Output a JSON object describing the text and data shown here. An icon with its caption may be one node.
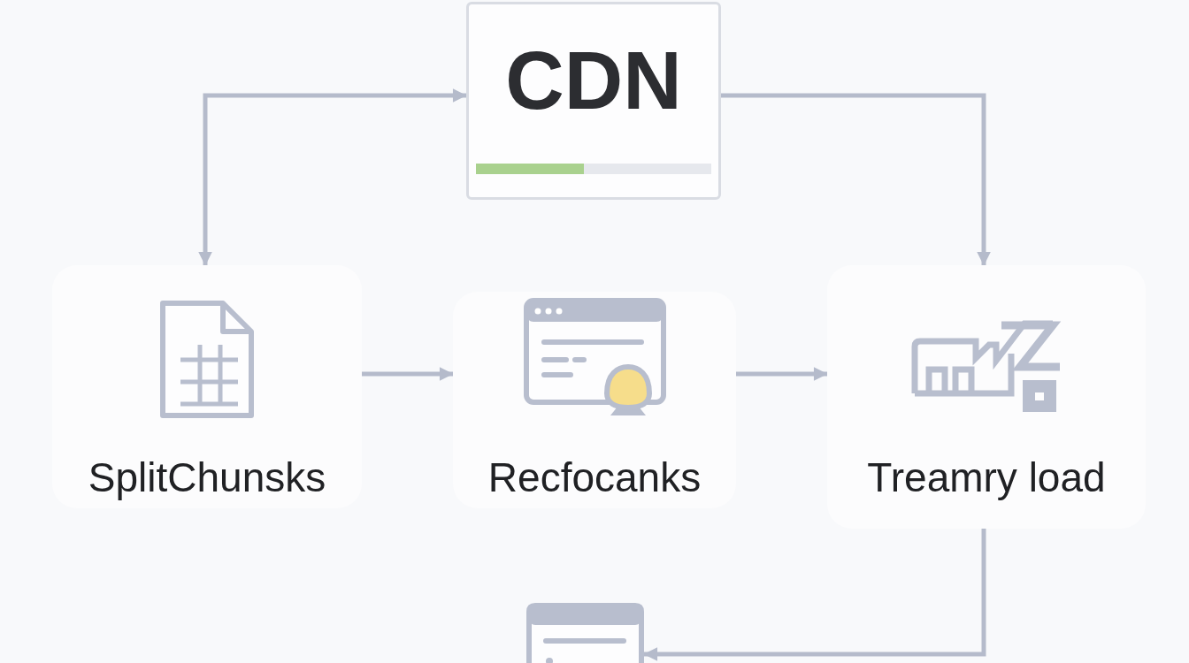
{
  "diagram": {
    "nodes": [
      {
        "text": [
          "CDN"
        ]
      },
      {
        "text": [
          "SplitChunsks"
        ]
      },
      {
        "text": [
          "Recfocanks"
        ]
      },
      {
        "text": [
          "Treamry load"
        ]
      },
      {
        "text": [],
        "shape": "picture"
      }
    ],
    "edges": [
      {
        "from": 0,
        "to": 1,
        "arrow": "both"
      },
      {
        "from": 0,
        "to": 3,
        "arrow": "to"
      },
      {
        "from": 1,
        "to": 2,
        "arrow": "to"
      },
      {
        "from": 2,
        "to": 3,
        "arrow": "to"
      },
      {
        "from": 3,
        "to": 4,
        "arrow": "to"
      }
    ]
  }
}
